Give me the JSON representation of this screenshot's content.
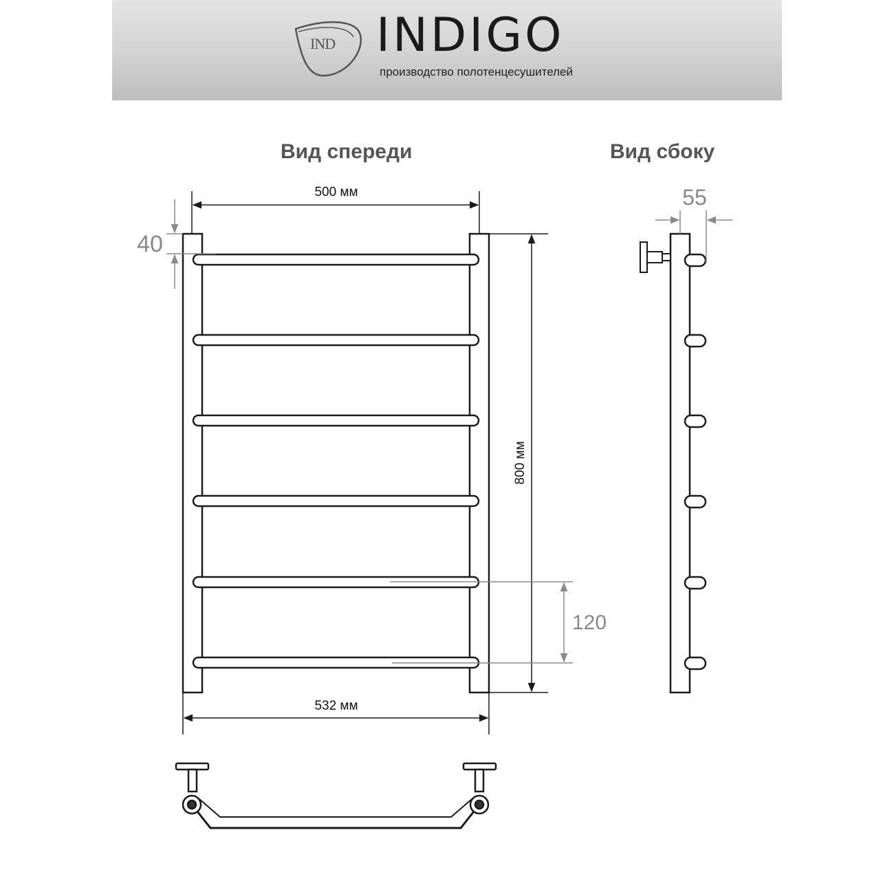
{
  "header": {
    "logo_abbr": "IND",
    "brand_name": "INDIGO",
    "tagline": "производство полотенцесушителей"
  },
  "views": {
    "front_title": "Вид спереди",
    "side_title": "Вид сбоку"
  },
  "dimensions": {
    "inner_width": "500 мм",
    "outer_width": "532 мм",
    "height": "800 мм",
    "top_offset": "40",
    "rung_spacing": "120",
    "depth": "55"
  },
  "colors": {
    "line": "#1a1a1a",
    "dimension_grey": "#8a8a8a",
    "header_grey": "#cfcfcf"
  }
}
